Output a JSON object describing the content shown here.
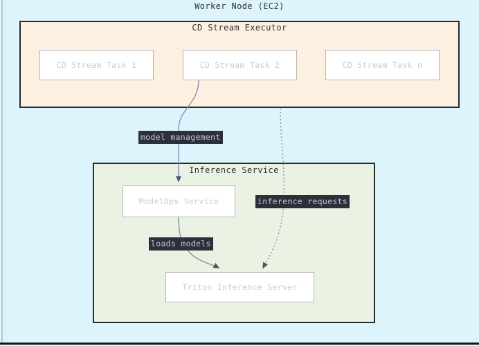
{
  "diagram": {
    "title": "Worker Node (EC2)",
    "background_color": "#ddf4fd",
    "clusters": [
      {
        "id": "cd-stream-executor",
        "label": "CD Stream Executor",
        "fill": "#fdf0e1",
        "stroke": "#26292e",
        "nodes": [
          {
            "id": "cd-stream-task-1",
            "label": "CD Stream Task 1"
          },
          {
            "id": "cd-stream-task-2",
            "label": "CD Stream Task 2"
          },
          {
            "id": "cd-stream-task-n",
            "label": "CD Stream Task n"
          }
        ]
      },
      {
        "id": "inference-service",
        "label": "Inference Service",
        "fill": "#e9f2e3",
        "stroke": "#26292e",
        "nodes": [
          {
            "id": "modelops-service",
            "label": "ModelOps Service"
          },
          {
            "id": "triton-inference-server",
            "label": "Triton Inference Server"
          }
        ]
      }
    ],
    "edges": [
      {
        "id": "edge-model-management",
        "label": "model management",
        "from": "cd-stream-task-2",
        "to": "modelops-service",
        "style": "solid",
        "arrow": "end"
      },
      {
        "id": "edge-inference-requests",
        "label": "inference requests",
        "from": "cd-stream-task-n",
        "to": "triton-inference-server",
        "style": "dotted",
        "arrow": "end"
      },
      {
        "id": "edge-loads-models",
        "label": "loads models",
        "from": "modelops-service",
        "to": "triton-inference-server",
        "style": "solid",
        "arrow": "end"
      }
    ],
    "label_style": {
      "background": "#2b303b",
      "text_color": "#c3c4cc"
    },
    "node_style": {
      "fill": "#ffffff",
      "stroke": "#b3b3b3",
      "text_color": "#c9cade"
    }
  }
}
